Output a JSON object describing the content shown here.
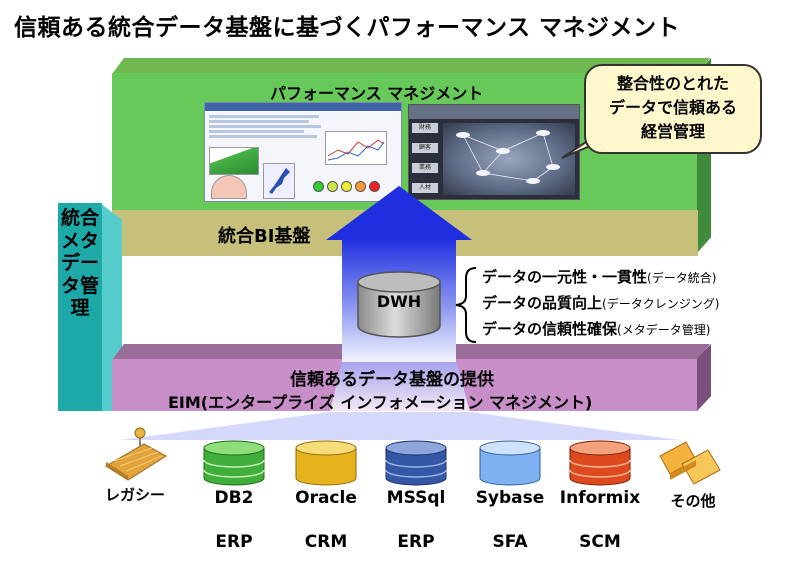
{
  "title": "信頼ある統合データ基盤に基づくパフォーマンス マネジメント",
  "performance_management": {
    "label": "パフォーマンス マネジメント",
    "bubble_lines": [
      "整合性のとれた",
      "データで信頼ある",
      "経営管理"
    ],
    "dashboard_labels": [
      "財務",
      "顧客",
      "業務",
      "人材"
    ]
  },
  "bi_base": {
    "label": "統合BI基盤"
  },
  "meta": {
    "label": "統合メタデータ管理"
  },
  "dwh": {
    "label": "DWH"
  },
  "data_quality": [
    {
      "main": "データの一元性・一貫性",
      "note": "(データ統合)"
    },
    {
      "main": "データの品質向上",
      "note": "(データクレンジング)"
    },
    {
      "main": "データの信頼性確保",
      "note": "(メタデータ管理)"
    }
  ],
  "eim": {
    "line1": "信頼あるデータ基盤の提供",
    "line2": "EIM(エンタープライズ インフォメーション マネジメント)"
  },
  "sources": [
    {
      "name": "レガシー",
      "system": ""
    },
    {
      "name": "DB2",
      "system": "ERP",
      "color": "#3fae3a"
    },
    {
      "name": "Oracle",
      "system": "CRM",
      "color": "#e7b31c"
    },
    {
      "name": "MSSql",
      "system": "ERP",
      "color": "#3457a6"
    },
    {
      "name": "Sybase",
      "system": "SFA",
      "color": "#5a9ae6"
    },
    {
      "name": "Informix",
      "system": "SCM",
      "color": "#dd4a1f"
    },
    {
      "name": "その他",
      "system": ""
    }
  ],
  "colors": {
    "pm_green": "#66c95a",
    "bi_khaki": "#c7c07a",
    "eim_purple": "#c88ec8",
    "meta_teal": "#1ea9a9",
    "arrow_blue": "#2233dd",
    "bubble_yellow": "#fff8cc"
  }
}
